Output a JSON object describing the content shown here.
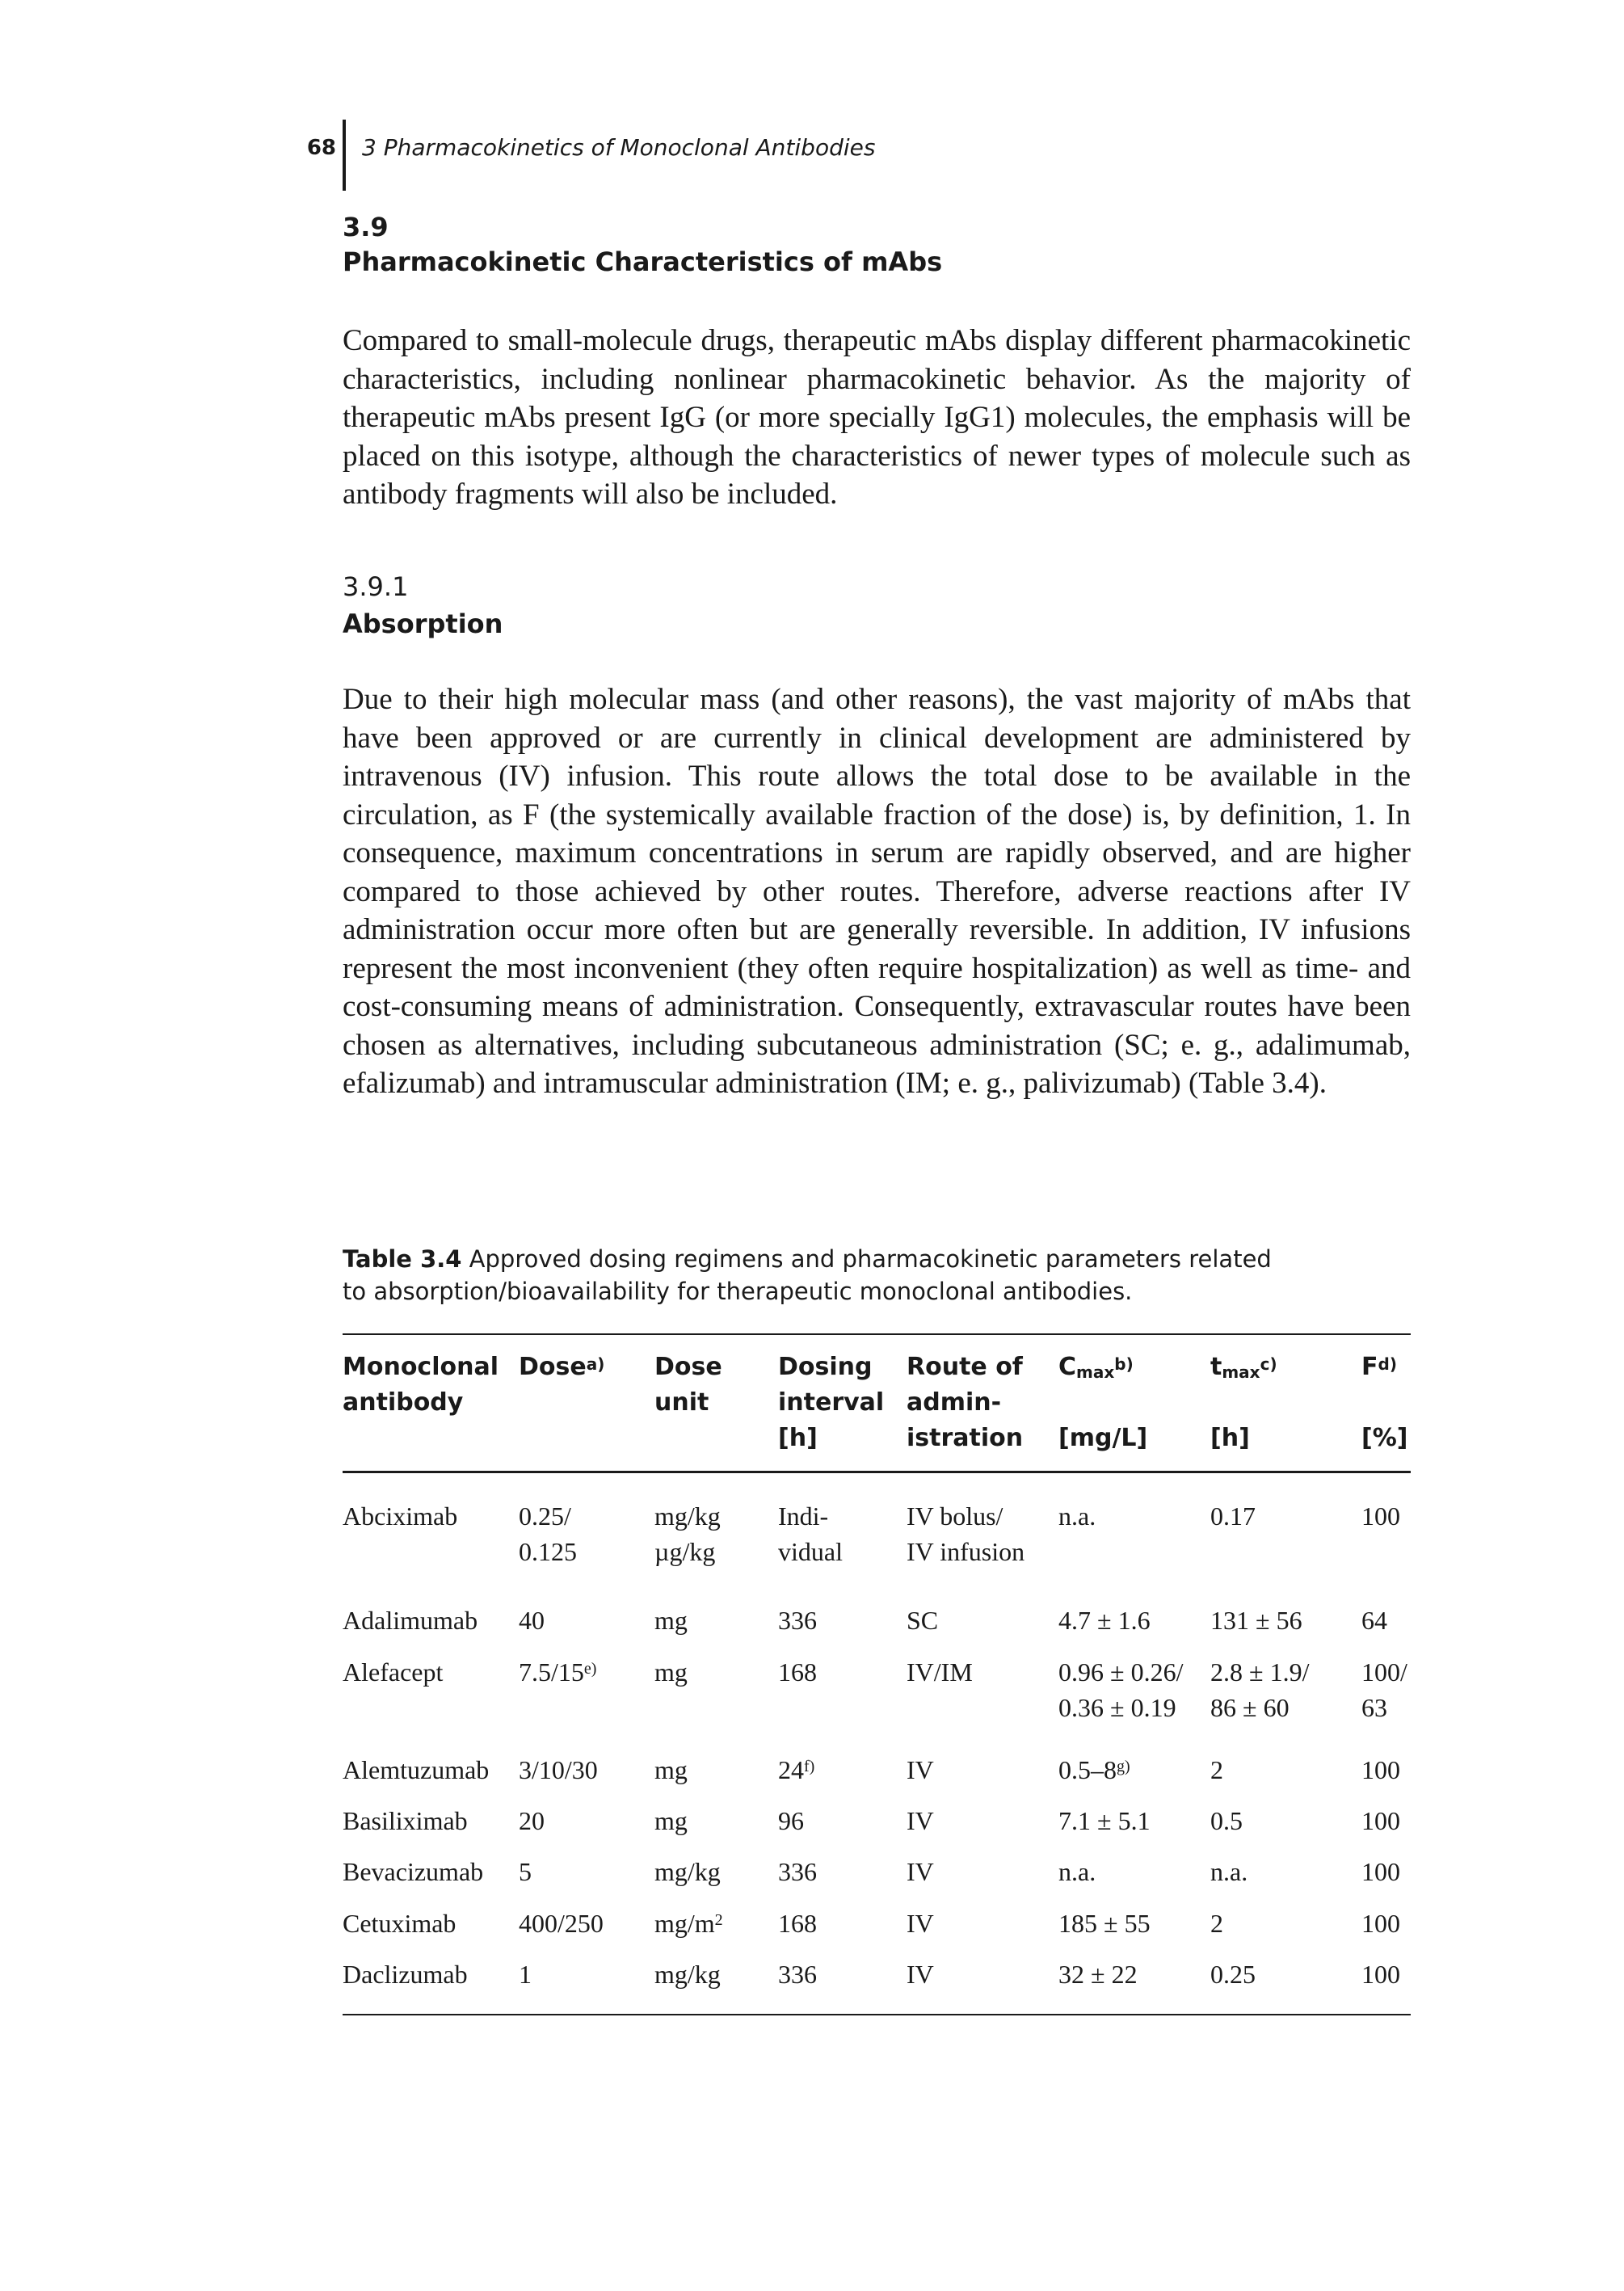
{
  "header": {
    "page_number": "68",
    "running_title": "3 Pharmacokinetics of Monoclonal Antibodies"
  },
  "section": {
    "number": "3.9",
    "title": "Pharmacokinetic Characteristics of mAbs",
    "paragraph": "Compared to small-molecule drugs, therapeutic mAbs display different pharma­cokinetic characteristics, including nonlinear pharmacokinetic behavior. As the majority of therapeutic mAbs present IgG (or more specially IgG1) molecules, the emphasis will be placed on this isotype, although the characteristics of newer types of molecule such as antibody fragments will also be included."
  },
  "subsection": {
    "number": "3.9.1",
    "title": "Absorption",
    "paragraph": "Due to their high molecular mass (and other reasons), the vast majority of mAbs that have been approved or are currently in clinical development are administered by intravenous (IV) infusion. This route allows the total dose to be available in the circulation, as F (the systemically available fraction of the dose) is, by definition, 1. In consequence, maximum concentrations in serum are rapidly observed, and are higher compared to those achieved by other routes. Therefore, adverse reactions after IV administration occur more often but are generally reversible. In addition, IV infusions represent the most inconvenient (they often require hospitalization) as well as time- and cost-consuming means of administration. Consequently, ex­travascular routes have been chosen as alternatives, including subcutaneous ad­ministration (SC; e. g., adalimumab, efalizumab) and intramuscular administra­tion (IM; e. g., palivizumab) (Table 3.4)."
  },
  "table": {
    "caption_label": "Table 3.4",
    "caption_text": "Approved dosing regimens and pharmacokinetic parameters related to absorption/bioavailability for therapeutic monoclonal antibodies.",
    "headers": {
      "antibody": [
        "Monoclonal",
        "antibody"
      ],
      "dose": "Dose",
      "dose_fn": "a)",
      "dose_unit": [
        "Dose",
        "unit"
      ],
      "interval": [
        "Dosing",
        "interval",
        "[h]"
      ],
      "route": [
        "Route of",
        "admin-",
        "istration"
      ],
      "cmax_base": "C",
      "cmax_sub": "max",
      "cmax_fn": "b)",
      "cmax_unit": "[mg/L]",
      "tmax_base": "t",
      "tmax_sub": "max",
      "tmax_fn": "c)",
      "tmax_unit": "[h]",
      "f_base": "F",
      "f_fn": "d)",
      "f_unit": "[%]"
    },
    "rows": [
      {
        "name": "Abciximab",
        "dose": [
          "0.25/",
          "0.125"
        ],
        "unit": [
          "mg/kg",
          "µg/kg"
        ],
        "interval": [
          "Indi-",
          "vidual"
        ],
        "route": [
          "IV bolus/",
          "IV infusion"
        ],
        "cmax": [
          "n.a."
        ],
        "tmax": [
          "0.17"
        ],
        "f": [
          "100"
        ]
      },
      {
        "name": "Adalimumab",
        "dose": [
          "40"
        ],
        "unit": [
          "mg"
        ],
        "interval": [
          "336"
        ],
        "route": [
          "SC"
        ],
        "cmax": [
          "4.7 ± 1.6"
        ],
        "tmax": [
          "131 ± 56"
        ],
        "f": [
          "64"
        ]
      },
      {
        "name": "Alefacept",
        "dose": [
          "7.5/15"
        ],
        "dose_fn": "e)",
        "unit": [
          "mg"
        ],
        "interval": [
          "168"
        ],
        "route": [
          "IV/IM"
        ],
        "cmax": [
          "0.96 ± 0.26/",
          "0.36 ± 0.19"
        ],
        "tmax": [
          "2.8 ± 1.9/",
          "86 ± 60"
        ],
        "f": [
          "100/",
          "63"
        ]
      },
      {
        "name": "Alemtuzumab",
        "dose": [
          "3/10/30"
        ],
        "unit": [
          "mg"
        ],
        "interval": [
          "24"
        ],
        "interval_fn": "f)",
        "route": [
          "IV"
        ],
        "cmax": [
          "0.5–8"
        ],
        "cmax_fn": "g)",
        "tmax": [
          "2"
        ],
        "f": [
          "100"
        ]
      },
      {
        "name": "Basiliximab",
        "dose": [
          "20"
        ],
        "unit": [
          "mg"
        ],
        "interval": [
          "96"
        ],
        "route": [
          "IV"
        ],
        "cmax": [
          "7.1 ± 5.1"
        ],
        "tmax": [
          "0.5"
        ],
        "f": [
          "100"
        ]
      },
      {
        "name": "Bevacizumab",
        "dose": [
          "5"
        ],
        "unit": [
          "mg/kg"
        ],
        "interval": [
          "336"
        ],
        "route": [
          "IV"
        ],
        "cmax": [
          "n.a."
        ],
        "tmax": [
          "n.a."
        ],
        "f": [
          "100"
        ]
      },
      {
        "name": "Cetuximab",
        "dose": [
          "400/250"
        ],
        "unit": [
          "mg/m"
        ],
        "unit_sup": "2",
        "interval": [
          "168"
        ],
        "route": [
          "IV"
        ],
        "cmax": [
          "185 ± 55"
        ],
        "tmax": [
          "2"
        ],
        "f": [
          "100"
        ]
      },
      {
        "name": "Daclizumab",
        "dose": [
          "1"
        ],
        "unit": [
          "mg/kg"
        ],
        "interval": [
          "336"
        ],
        "route": [
          "IV"
        ],
        "cmax": [
          "32 ± 22"
        ],
        "tmax": [
          "0.25"
        ],
        "f": [
          "100"
        ]
      }
    ]
  }
}
